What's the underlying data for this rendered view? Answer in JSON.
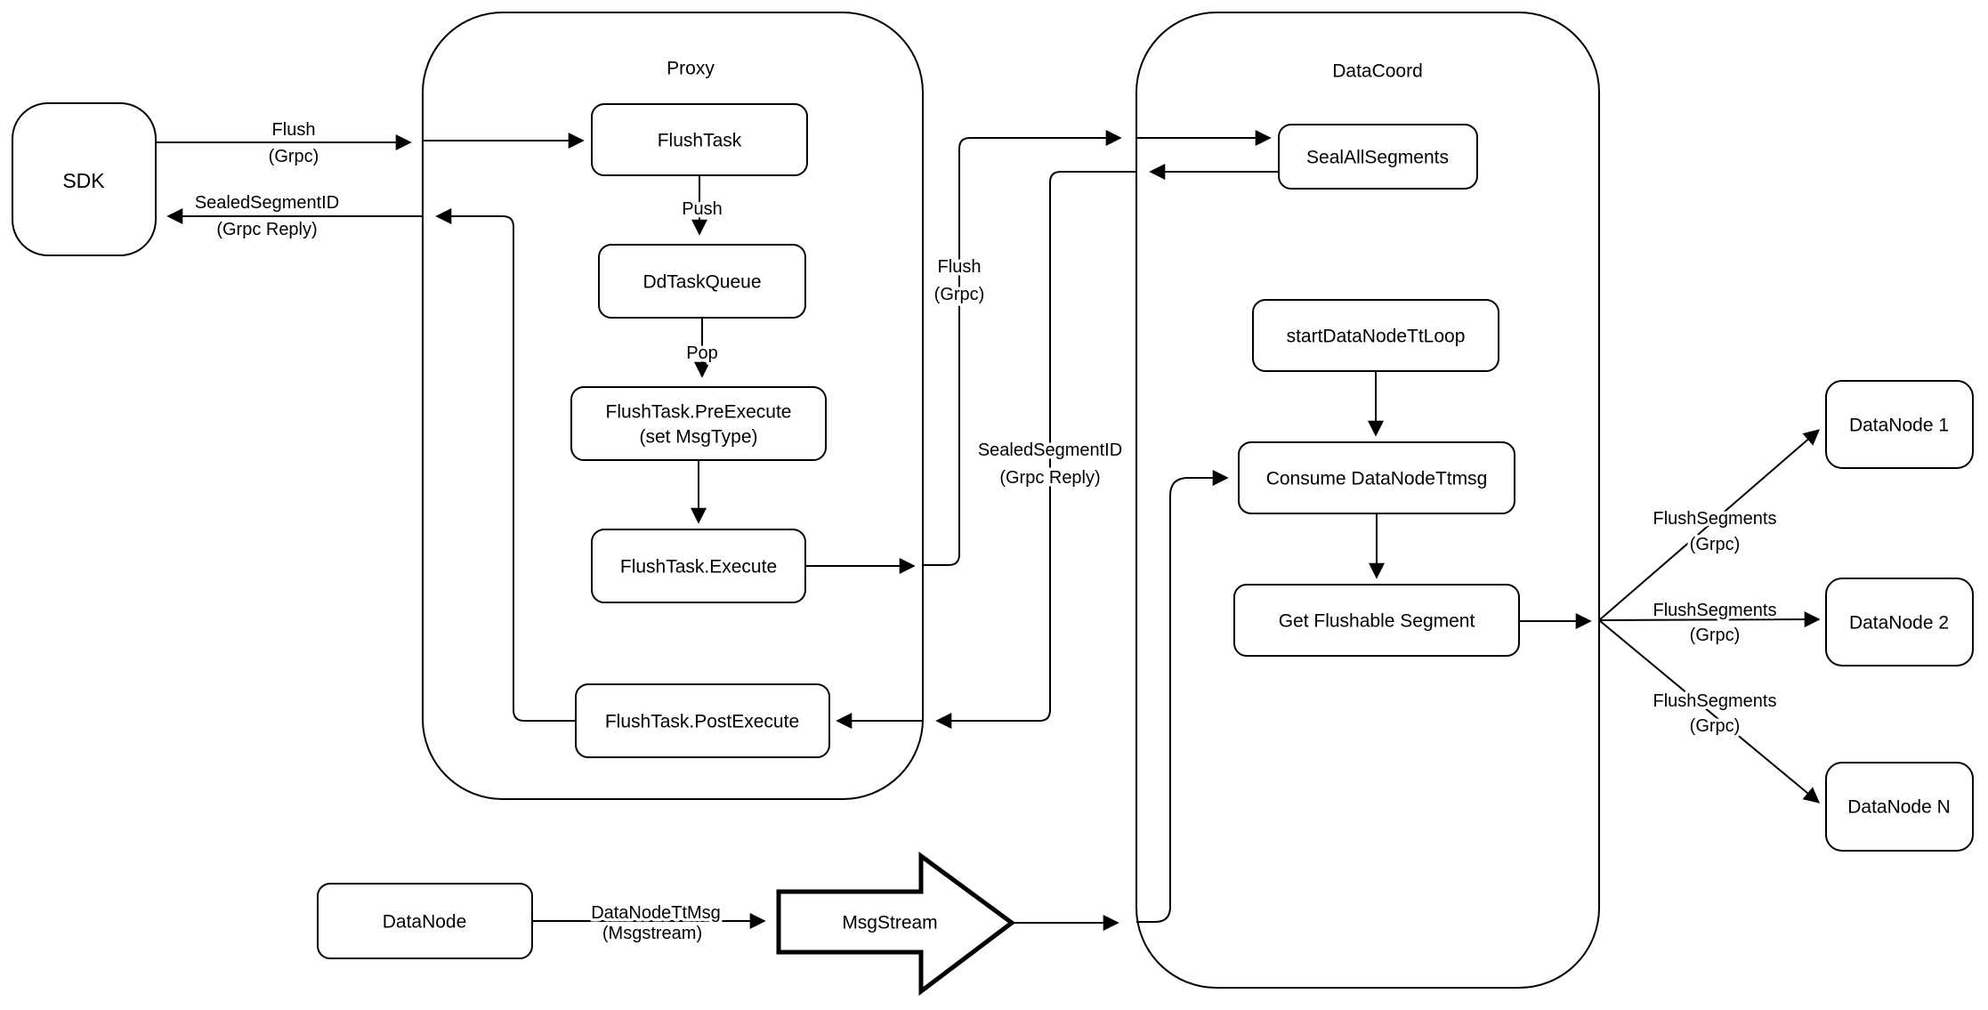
{
  "diagram": {
    "containers": {
      "proxy": "Proxy",
      "datacoord": "DataCoord"
    },
    "nodes": {
      "sdk": "SDK",
      "flush_task": "FlushTask",
      "dd_task_queue": "DdTaskQueue",
      "pre_execute_line1": "FlushTask.PreExecute",
      "pre_execute_line2": "(set MsgType)",
      "execute": "FlushTask.Execute",
      "post_execute": "FlushTask.PostExecute",
      "seal_all_segments": "SealAllSegments",
      "start_datanode_tt_loop": "startDataNodeTtLoop",
      "consume_datanode_ttmsg": "Consume DataNodeTtmsg",
      "get_flushable_segment": "Get Flushable Segment",
      "datanode_1": "DataNode 1",
      "datanode_2": "DataNode 2",
      "datanode_n": "DataNode N",
      "datanode": "DataNode",
      "msgstream": "MsgStream"
    },
    "labels": {
      "sdk_flush_1": "Flush",
      "sdk_flush_2": "(Grpc)",
      "sdk_reply_1": "SealedSegmentID",
      "sdk_reply_2": "(Grpc Reply)",
      "push": "Push",
      "pop": "Pop",
      "mid_flush_1": "Flush",
      "mid_flush_2": "(Grpc)",
      "mid_reply_1": "SealedSegmentID",
      "mid_reply_2": "(Grpc Reply)",
      "fs1_1": "FlushSegments",
      "fs1_2": "(Grpc)",
      "fs2_1": "FlushSegments",
      "fs2_2": "(Grpc)",
      "fsn_1": "FlushSegments",
      "fsn_2": "(Grpc)",
      "ttmsg_1": "DataNodeTtMsg",
      "ttmsg_2": "(Msgstream)"
    },
    "colors": {
      "stroke": "#000000",
      "background": "#ffffff",
      "text": "#000000"
    }
  }
}
